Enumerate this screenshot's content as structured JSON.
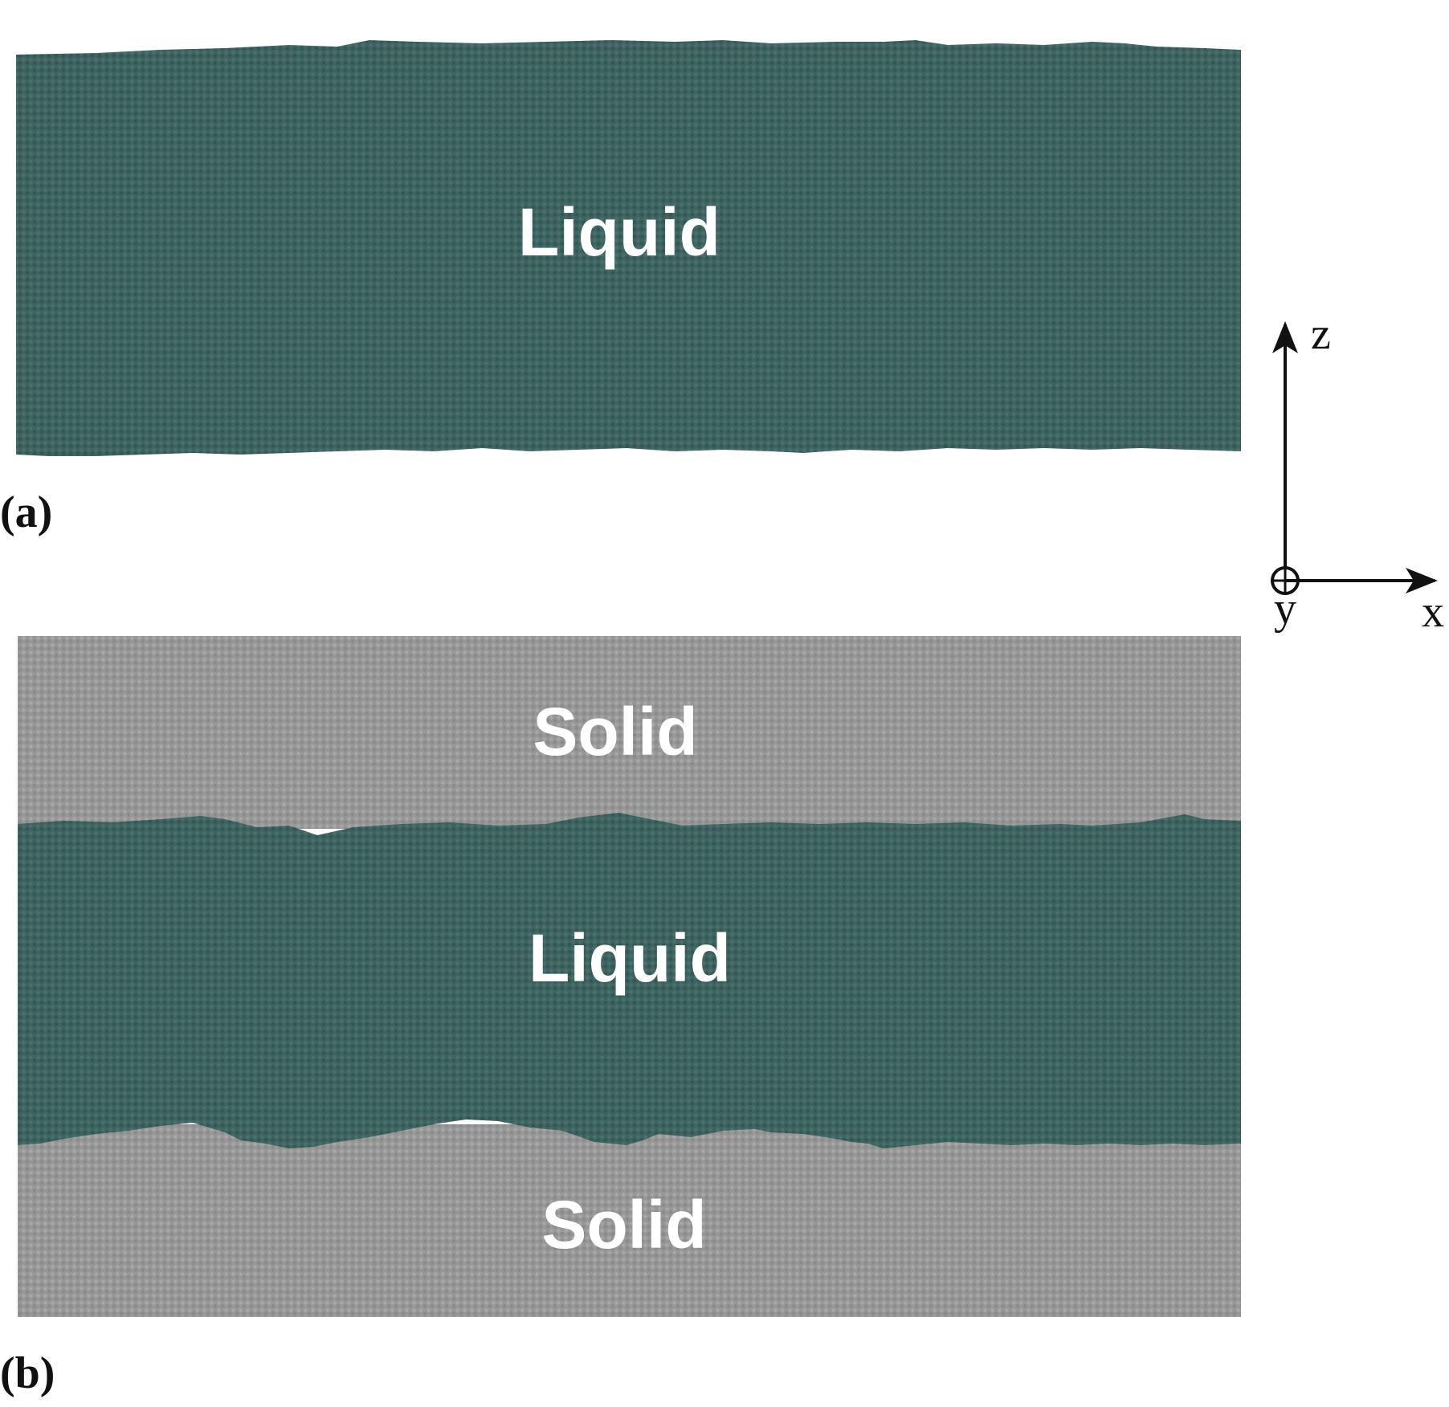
{
  "panel_a": {
    "label": "(a)",
    "region": "Liquid"
  },
  "panel_b": {
    "label": "(b)",
    "region_top": "Solid",
    "region_middle": "Liquid",
    "region_bottom": "Solid"
  },
  "axes": {
    "z_label": "z",
    "x_label": "x",
    "y_label": "y"
  },
  "colors": {
    "liquid": "#3e6461",
    "solid": "#9a9a9a",
    "axis": "#111111"
  }
}
